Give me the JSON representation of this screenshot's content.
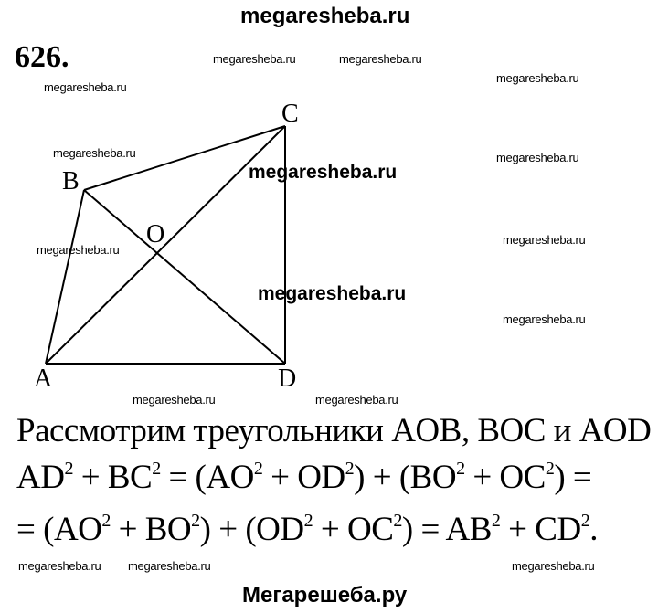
{
  "header_watermark": "megaresheba.ru",
  "problem_number": "626.",
  "watermarks": [
    "megaresheba.ru",
    "megaresheba.ru",
    "megaresheba.ru",
    "megaresheba.ru",
    "megaresheba.ru",
    "megaresheba.ru",
    "megaresheba.ru",
    "megaresheba.ru",
    "megaresheba.ru",
    "megaresheba.ru",
    "megaresheba.ru",
    "megaresheba.ru",
    "megaresheba.ru"
  ],
  "bold_watermarks": [
    "megaresheba.ru",
    "megaresheba.ru"
  ],
  "diagram": {
    "labels": {
      "A": "A",
      "B": "B",
      "C": "C",
      "D": "D",
      "O": "O"
    }
  },
  "solution": {
    "line1": "Рассмотрим треугольники AOB, BOC и AOD",
    "line2": [
      "AD",
      "+ BC",
      "= (AO",
      "+ OD",
      ") + (BO",
      "+ OC",
      ") ="
    ],
    "line3": [
      "= (AO",
      "+ BO",
      ") + (OD",
      "+ OC",
      ") = AB",
      "+ CD",
      "."
    ],
    "exponent": "2"
  },
  "footer_watermark": "Мегарешеба.ру"
}
